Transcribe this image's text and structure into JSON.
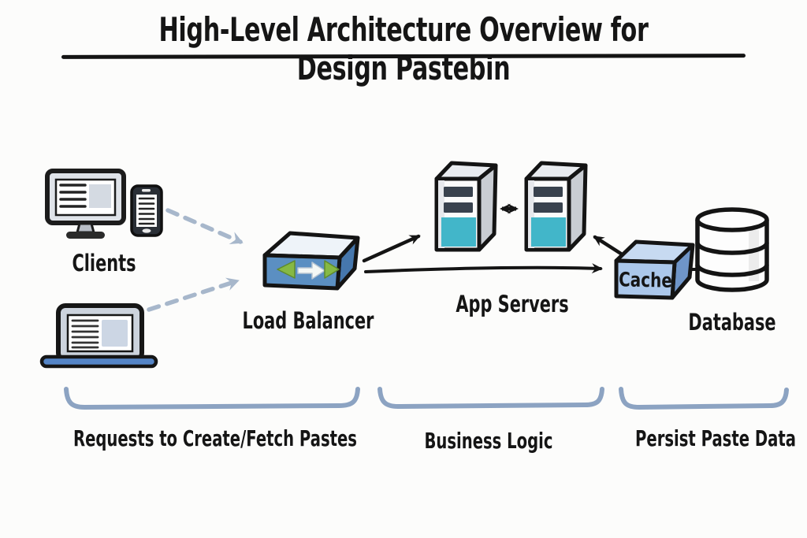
{
  "title": {
    "text": "High-Level Architecture Overview for Design Pastebin"
  },
  "nodes": {
    "clients": {
      "label": "Clients"
    },
    "load_balancer": {
      "label": "Load Balancer"
    },
    "app_servers": {
      "label": "App Servers"
    },
    "cache": {
      "label": "Cache"
    },
    "database": {
      "label": "Database"
    }
  },
  "annotations": [
    {
      "label": "Requests to Create/Fetch Pastes"
    },
    {
      "label": "Business Logic"
    },
    {
      "label": "Persist Paste Data"
    }
  ],
  "edges": [
    {
      "from": "clients-desktop-and-phone",
      "to": "load_balancer",
      "style": "dashed-arrow"
    },
    {
      "from": "clients-laptop",
      "to": "load_balancer",
      "style": "dashed-arrow"
    },
    {
      "from": "load_balancer",
      "to": "app_server_1",
      "style": "solid-arrow"
    },
    {
      "from": "load_balancer",
      "to": "cache",
      "style": "solid-arrow"
    },
    {
      "from": "cache",
      "to": "app_server_2",
      "style": "solid-arrow"
    },
    {
      "from": "app_server_1",
      "to": "app_server_2",
      "style": "double-headed-arrow"
    },
    {
      "from": "cache",
      "to": "database",
      "style": "plain-line"
    }
  ],
  "colors": {
    "background": "#fcfcfb",
    "ink": "#141414",
    "dashed_arrow": "#a7b7cb",
    "brace": "#8ca3c2",
    "lb_front": "#5b8fc2",
    "lb_side": "#4677ad",
    "lb_top": "#eef3f9",
    "cache_front": "#abc7ea",
    "cache_side": "#6f95c8",
    "cache_top": "#c7daf1",
    "server_teal": "#42b6c9",
    "server_slot": "#39424e",
    "server_side": "#c9cdd3",
    "laptop_base": "#5585c7",
    "green_arrow": "#86b944"
  }
}
